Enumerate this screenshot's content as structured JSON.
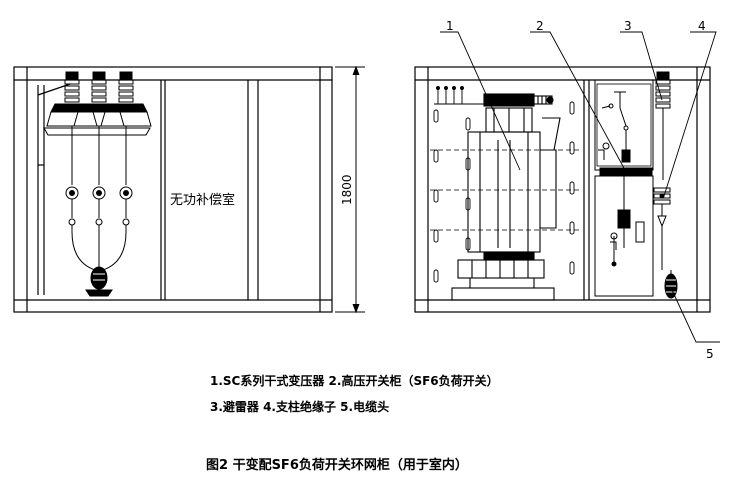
{
  "left_view": {
    "room_label": "无功补偿室",
    "dimension": "1800"
  },
  "right_view": {
    "callouts": [
      "1",
      "2",
      "3",
      "4",
      "5"
    ]
  },
  "legend": {
    "line1": "1.SC系列干式变压器   2.高压开关柜（SF6负荷开关）",
    "line2": "3.避雷器   4.支柱绝缘子   5.电缆头"
  },
  "figure_caption": "图2  干变配SF6负荷开关环网柜（用于室内）",
  "colors": {
    "line": "#000000",
    "accent": "#1a4fd6",
    "background": "#ffffff"
  }
}
